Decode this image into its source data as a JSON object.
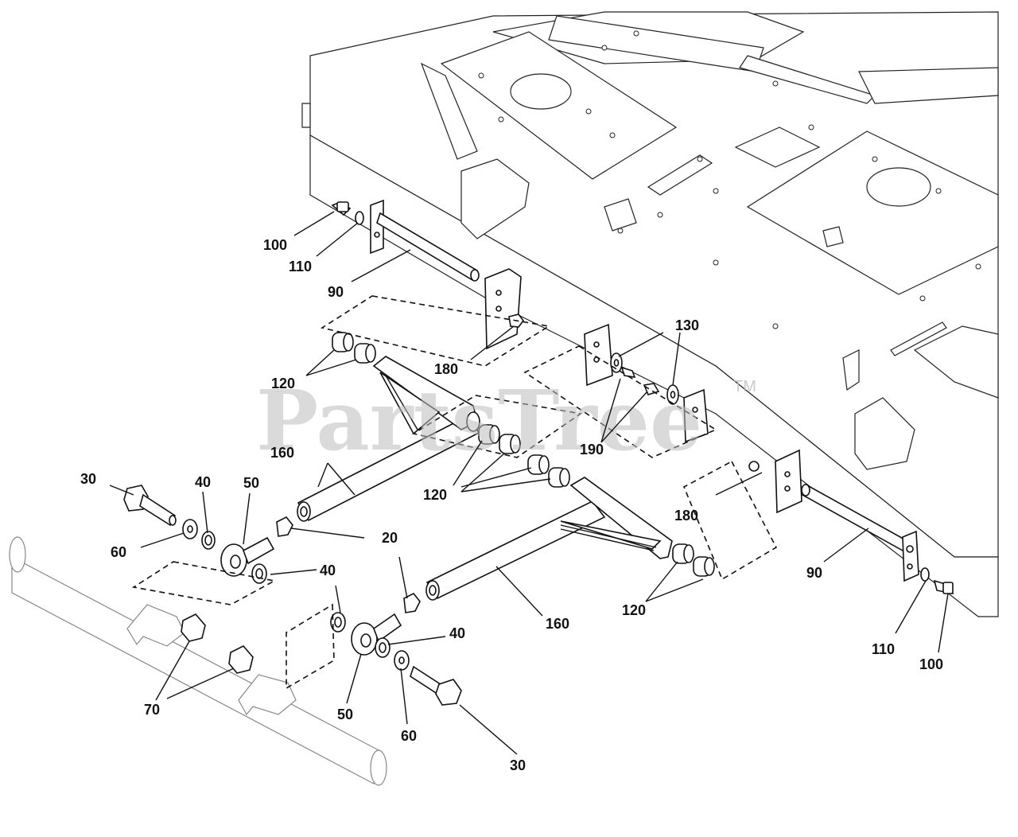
{
  "watermark": {
    "text": "PartsTree",
    "trademark": "TM"
  },
  "callouts": [
    {
      "id": "c100a",
      "text": "100"
    },
    {
      "id": "c110a",
      "text": "110"
    },
    {
      "id": "c90a",
      "text": "90"
    },
    {
      "id": "c180a",
      "text": "180"
    },
    {
      "id": "c130",
      "text": "130"
    },
    {
      "id": "c120a",
      "text": "120"
    },
    {
      "id": "c190",
      "text": "190"
    },
    {
      "id": "c160a",
      "text": "160"
    },
    {
      "id": "c30a",
      "text": "30"
    },
    {
      "id": "c40a",
      "text": "40"
    },
    {
      "id": "c50a",
      "text": "50"
    },
    {
      "id": "c60a",
      "text": "60"
    },
    {
      "id": "c20",
      "text": "20"
    },
    {
      "id": "c120b",
      "text": "120"
    },
    {
      "id": "c180b",
      "text": "180"
    },
    {
      "id": "c90b",
      "text": "90"
    },
    {
      "id": "c40b",
      "text": "40"
    },
    {
      "id": "c160b",
      "text": "160"
    },
    {
      "id": "c120c",
      "text": "120"
    },
    {
      "id": "c40c",
      "text": "40"
    },
    {
      "id": "c110b",
      "text": "110"
    },
    {
      "id": "c100b",
      "text": "100"
    },
    {
      "id": "c70",
      "text": "70"
    },
    {
      "id": "c50b",
      "text": "50"
    },
    {
      "id": "c60b",
      "text": "60"
    },
    {
      "id": "c30b",
      "text": "30"
    }
  ]
}
